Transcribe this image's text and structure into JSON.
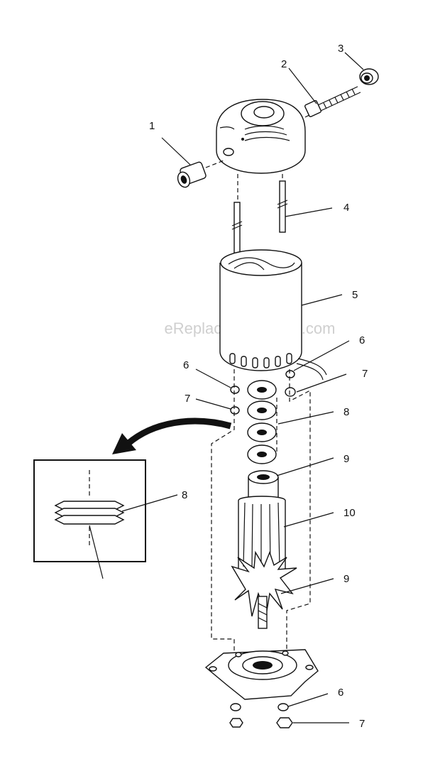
{
  "watermark": "eReplacementParts.com",
  "colors": {
    "ink": "#111111",
    "background": "#ffffff",
    "watermark": "#cfcfcf"
  },
  "callouts": {
    "c1": "1",
    "c2": "2",
    "c3": "3",
    "c4": "4",
    "c5": "5",
    "c6_upper_right": "6",
    "c6_left": "6",
    "c7_upper_right": "7",
    "c7_left": "7",
    "c8": "8",
    "c8_detail": "8",
    "c9_upper": "9",
    "c10": "10",
    "c9_lower": "9",
    "c6_bottom": "6",
    "c7_bottom": "7"
  }
}
